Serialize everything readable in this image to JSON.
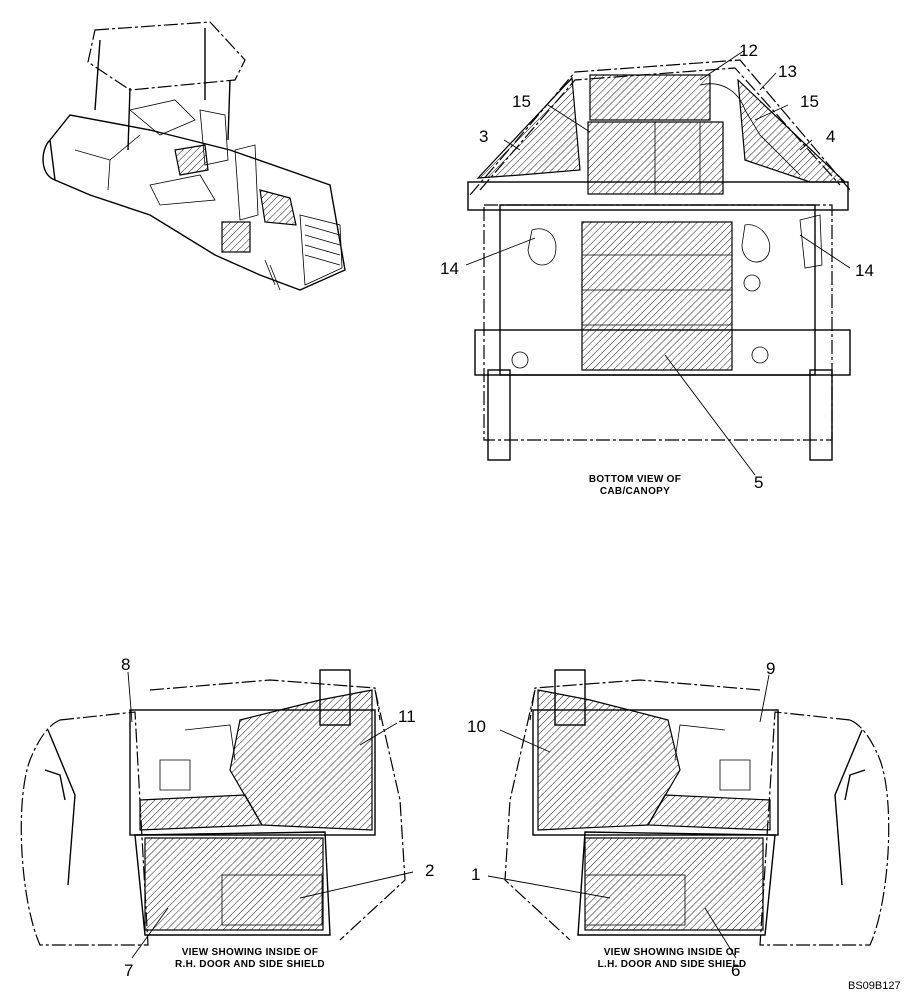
{
  "callouts": {
    "c1": "1",
    "c2": "2",
    "c3": "3",
    "c4": "4",
    "c5": "5",
    "c6": "6",
    "c7": "7",
    "c8": "8",
    "c9": "9",
    "c10": "10",
    "c11": "11",
    "c12": "12",
    "c13": "13",
    "c15a": "15",
    "c15b": "15",
    "c14a": "14",
    "c14b": "14"
  },
  "captions": {
    "bottom_view_line1": "BOTTOM VIEW OF",
    "bottom_view_line2": "CAB/CANOPY",
    "rh_door_line1": "VIEW SHOWING INSIDE OF",
    "rh_door_line2": "R.H. DOOR AND SIDE SHIELD",
    "lh_door_line1": "VIEW SHOWING INSIDE OF",
    "lh_door_line2": "L.H. DOOR AND SIDE SHIELD"
  },
  "figure_id": "BS09B127",
  "colors": {
    "line": "#000000",
    "background": "#ffffff"
  }
}
